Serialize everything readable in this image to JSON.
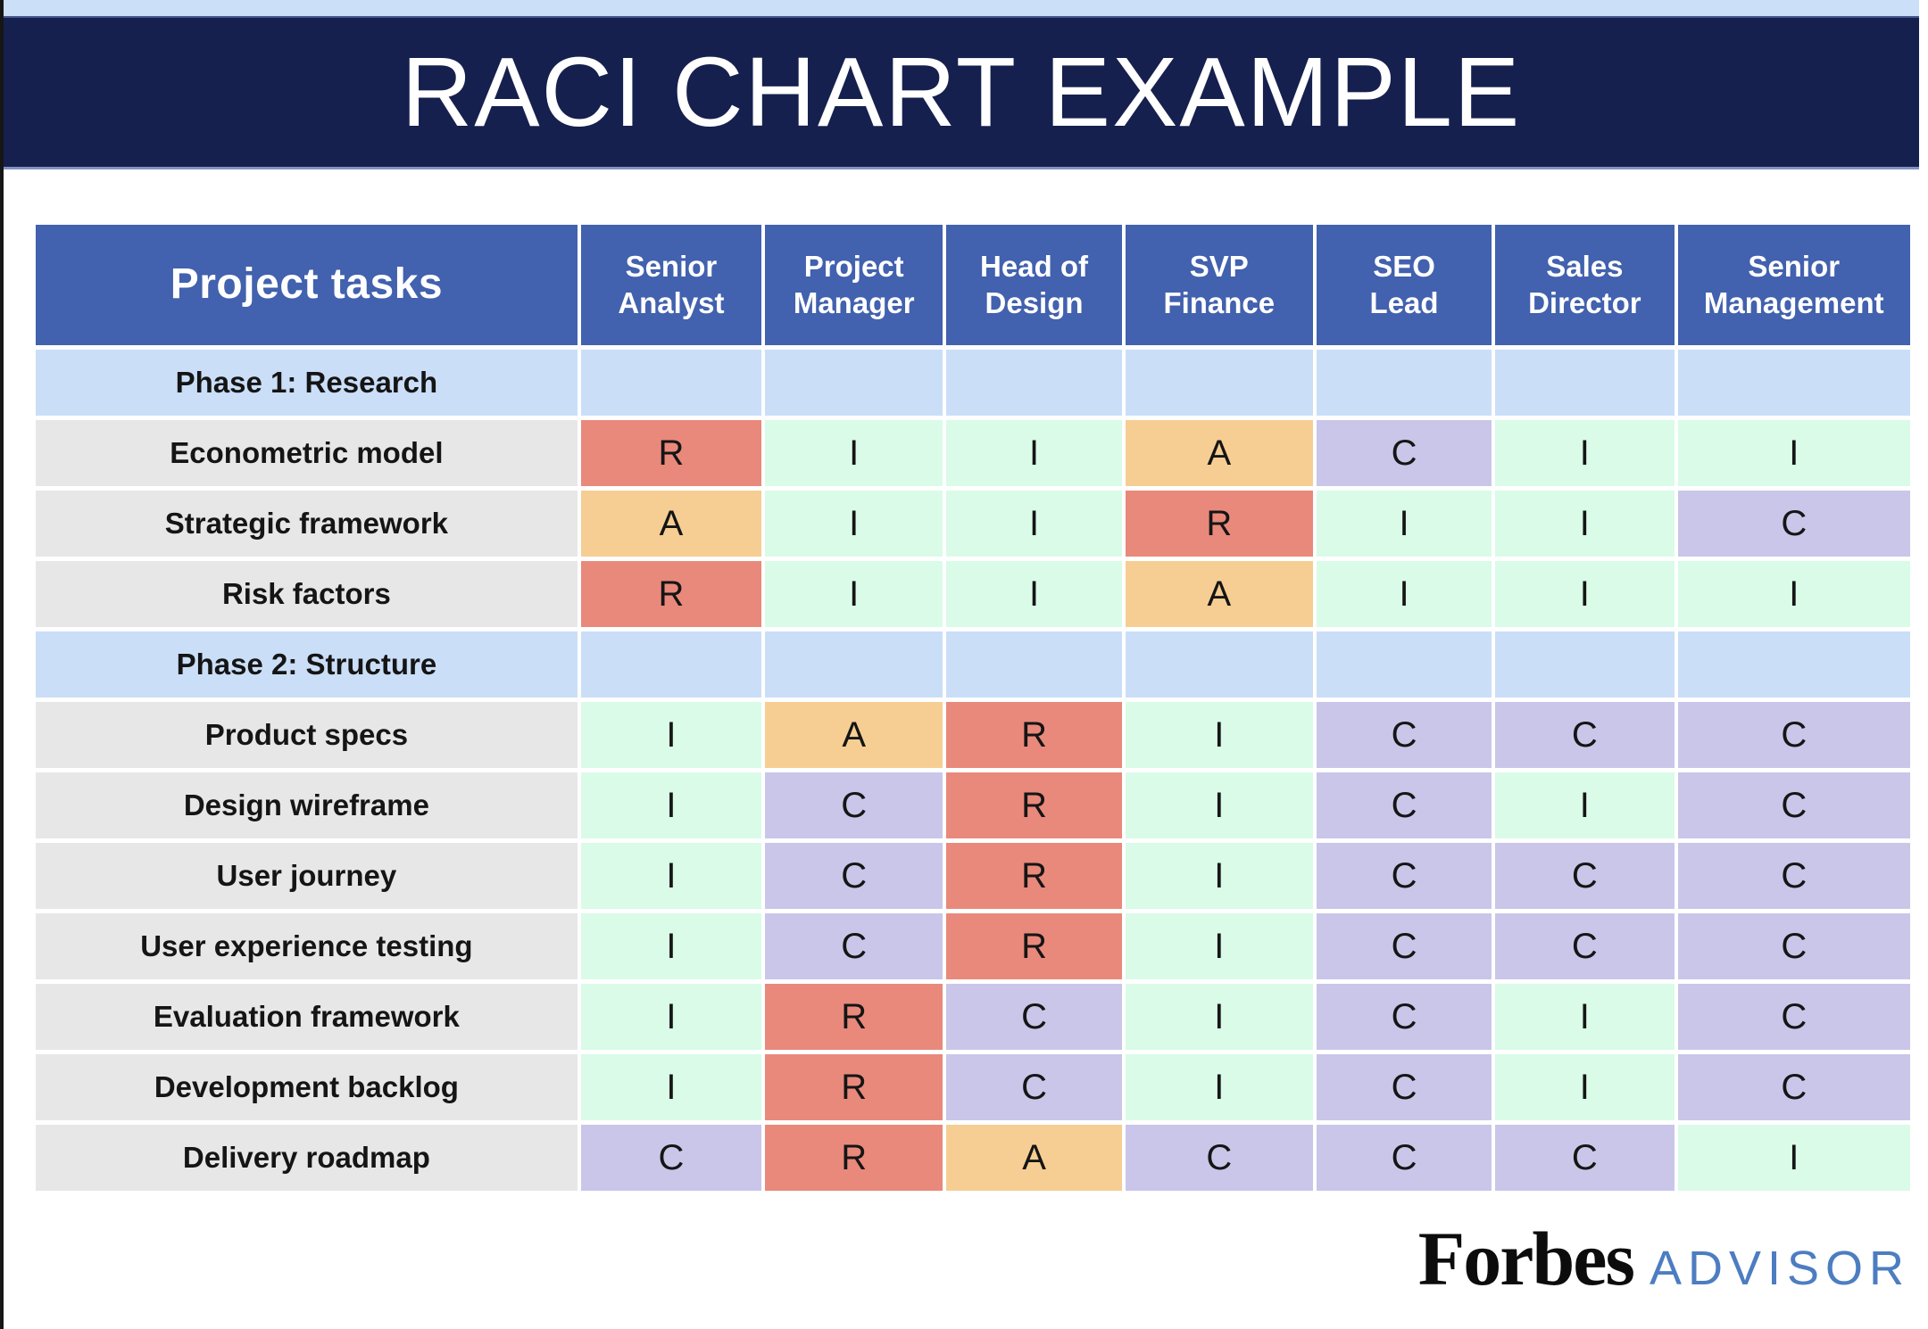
{
  "banner": {
    "title": "RACI CHART EXAMPLE"
  },
  "footer": {
    "brand_primary": "Forbes",
    "brand_secondary": "ADVISOR"
  },
  "colors": {
    "banner_navy": "#16204e",
    "strip_blue": "#cbdff8",
    "header_blue": "#4261ae",
    "phase_blue": "#cadef8",
    "task_gray": "#e7e7e7",
    "role_r": "#e9897b",
    "role_a": "#f6ce93",
    "role_c": "#c9c6e9",
    "role_i": "#d9fbe8",
    "advisor_blue": "#4d7dc1",
    "text_dark": "#151515",
    "edge_black": "#161616"
  },
  "chart_data": {
    "type": "table",
    "title": "RACI CHART EXAMPLE",
    "columns": [
      "Project tasks",
      "Senior\nAnalyst",
      "Project\nManager",
      "Head of\nDesign",
      "SVP\nFinance",
      "SEO\nLead",
      "Sales\nDirector",
      "Senior\nManagement"
    ],
    "rows": [
      {
        "label": "Phase 1: Research",
        "section": true,
        "values": []
      },
      {
        "label": "Econometric model",
        "section": false,
        "values": [
          "R",
          "I",
          "I",
          "A",
          "C",
          "I",
          "I"
        ]
      },
      {
        "label": "Strategic framework",
        "section": false,
        "values": [
          "A",
          "I",
          "I",
          "R",
          "I",
          "I",
          "C"
        ]
      },
      {
        "label": "Risk factors",
        "section": false,
        "values": [
          "R",
          "I",
          "I",
          "A",
          "I",
          "I",
          "I"
        ]
      },
      {
        "label": "Phase 2: Structure",
        "section": true,
        "values": []
      },
      {
        "label": "Product specs",
        "section": false,
        "values": [
          "I",
          "A",
          "R",
          "I",
          "C",
          "C",
          "C"
        ]
      },
      {
        "label": "Design wireframe",
        "section": false,
        "values": [
          "I",
          "C",
          "R",
          "I",
          "C",
          "I",
          "C"
        ]
      },
      {
        "label": "User journey",
        "section": false,
        "values": [
          "I",
          "C",
          "R",
          "I",
          "C",
          "C",
          "C"
        ]
      },
      {
        "label": "User experience testing",
        "section": false,
        "values": [
          "I",
          "C",
          "R",
          "I",
          "C",
          "C",
          "C"
        ]
      },
      {
        "label": "Evaluation framework",
        "section": false,
        "values": [
          "I",
          "R",
          "C",
          "I",
          "C",
          "I",
          "C"
        ]
      },
      {
        "label": "Development backlog",
        "section": false,
        "values": [
          "I",
          "R",
          "C",
          "I",
          "C",
          "I",
          "C"
        ]
      },
      {
        "label": "Delivery roadmap",
        "section": false,
        "values": [
          "C",
          "R",
          "A",
          "C",
          "C",
          "C",
          "I"
        ]
      }
    ]
  }
}
